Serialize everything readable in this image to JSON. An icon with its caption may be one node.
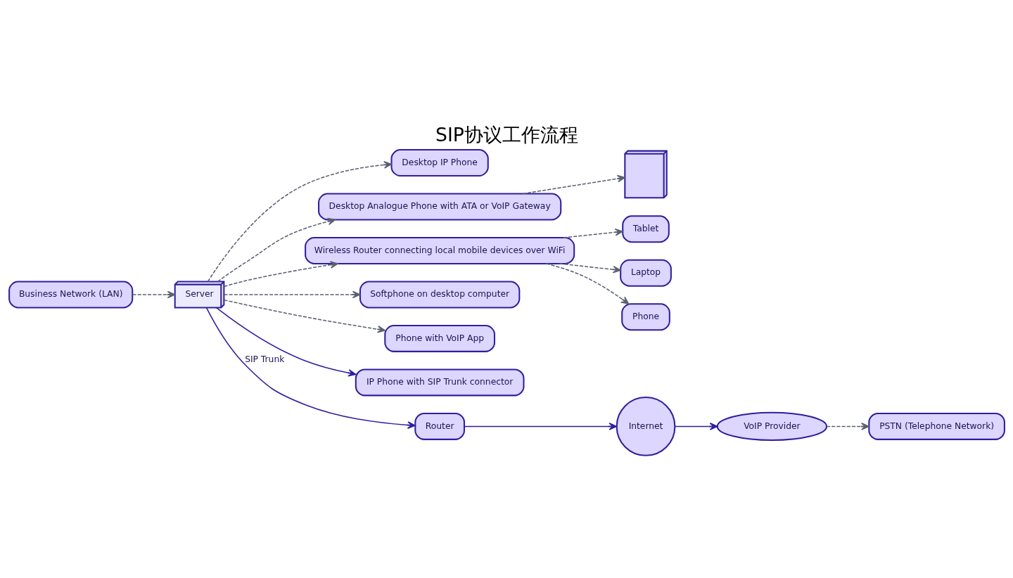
{
  "diagram": {
    "title": "SIP协议工作流程",
    "nodes": [
      {
        "text": [
          "Tablet"
        ]
      },
      {
        "text": [
          "Desktop IP Phone"
        ]
      },
      {
        "text": [
          "Desktop Analogue Phone with ATA or VoIP Gateway"
        ]
      },
      {
        "text": [],
        "shape": "picture"
      },
      {
        "text": [
          "Laptop"
        ]
      },
      {
        "text": [
          "Wireless Router connecting local mobile devices over WiFi"
        ]
      },
      {
        "text": [
          "Server"
        ]
      },
      {
        "text": [
          "PSTN (Telephone Network)"
        ]
      },
      {
        "text": [
          "Softphone on desktop computer"
        ]
      },
      {
        "text": [
          "Phone"
        ]
      },
      {
        "text": [
          "Phone with VoIP App"
        ]
      },
      {
        "text": [
          "IP Phone with SIP Trunk connector"
        ]
      },
      {
        "text": [
          "VoIP Provider"
        ]
      },
      {
        "text": [
          "Business Network (LAN)"
        ]
      },
      {
        "text": [
          "Router"
        ]
      },
      {
        "text": [
          "Internet"
        ]
      }
    ],
    "edges": [
      {
        "from": 5,
        "to": 0,
        "arrow": "to",
        "style": "dashed"
      },
      {
        "from": 5,
        "to": 4,
        "arrow": "to",
        "style": "dashed"
      },
      {
        "from": 5,
        "to": 9,
        "arrow": "to",
        "style": "dashed"
      },
      {
        "from": 6,
        "to": 5,
        "arrow": "to",
        "style": "dashed"
      },
      {
        "from": 6,
        "to": 1,
        "arrow": "to",
        "style": "dashed"
      },
      {
        "from": 6,
        "to": 10,
        "arrow": "to",
        "style": "dashed"
      },
      {
        "from": 6,
        "to": 2,
        "arrow": "to",
        "style": "dashed"
      },
      {
        "from": 2,
        "to": 3,
        "arrow": "to",
        "style": "dashed"
      },
      {
        "from": 6,
        "to": 8,
        "arrow": "to",
        "style": "dashed"
      },
      {
        "from": 13,
        "to": 6,
        "arrow": "to",
        "style": "dashed"
      },
      {
        "from": 6,
        "to": 11,
        "arrow": "to",
        "color": "#2e1f9e"
      },
      {
        "from": 6,
        "to": 14,
        "arrow": "to",
        "label": "SIP Trunk",
        "color": "#2e1f9e"
      },
      {
        "from": 14,
        "to": 15,
        "arrow": "to",
        "color": "#2e1f9e"
      },
      {
        "from": 15,
        "to": 12,
        "arrow": "to",
        "color": "#2e1f9e"
      },
      {
        "from": 12,
        "to": 7,
        "arrow": "to",
        "style": "dashed"
      }
    ]
  }
}
